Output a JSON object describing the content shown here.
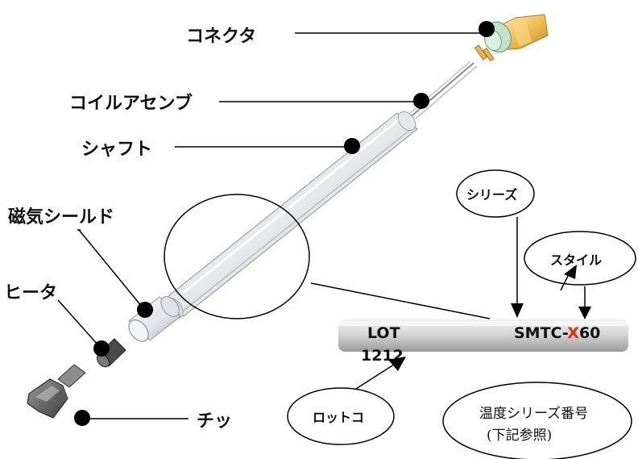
{
  "callouts": {
    "connector": "コネクタ",
    "coil_assembly": "コイルアセンブ",
    "shaft": "シャフト",
    "magnetic_shield": "磁気シールド",
    "heater": "ヒータ",
    "tip": "チッ"
  },
  "bubbles": {
    "series": "シリーズ",
    "style": "スタイル",
    "lot_code": "ロットコ",
    "temp_series_line1": "温度シリーズ番号",
    "temp_series_line2": "(下記参照)"
  },
  "label_bar": {
    "lot_prefix": "LOT",
    "lot_number": "1212",
    "model_prefix": "SMTC-",
    "model_highlight": "X",
    "model_suffix": "60"
  },
  "colors": {
    "highlight": "#e03010",
    "shaft_body": "#e6e8ea",
    "connector_gold": "#e9a93a",
    "connector_green": "#bfe3c9",
    "part_dark": "#4a4a4a"
  }
}
